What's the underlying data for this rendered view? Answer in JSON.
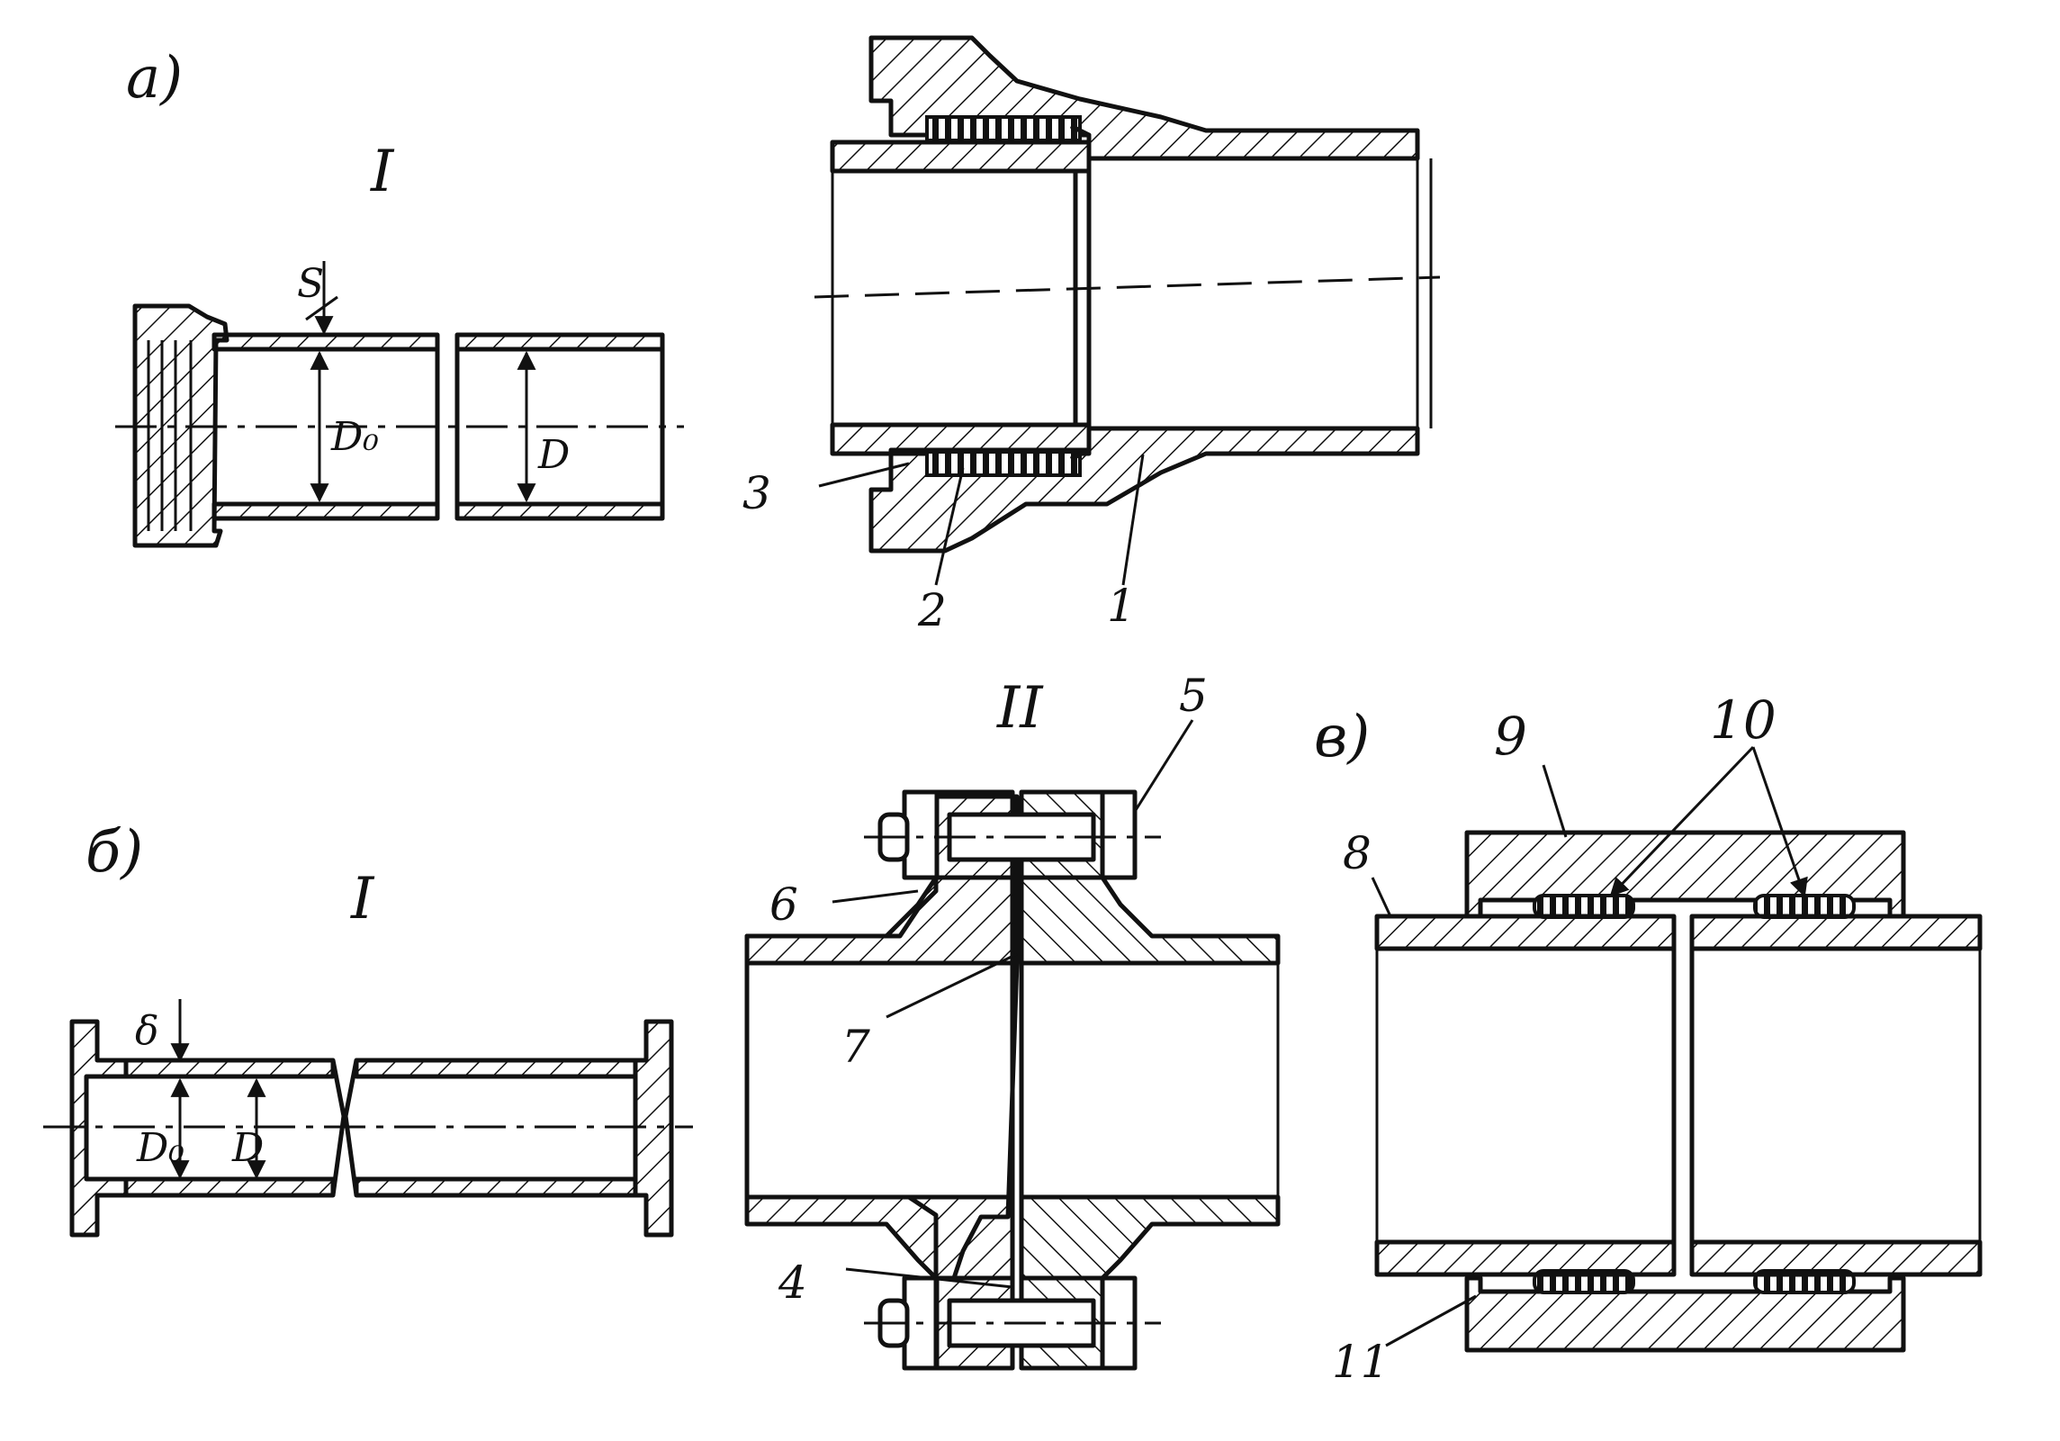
{
  "figure": {
    "panel_a": {
      "letter": "a)",
      "view_left": "I"
    },
    "panel_b": {
      "letter": "б)",
      "view_left": "I",
      "view_right": "II"
    },
    "panel_c": {
      "letter": "в)"
    },
    "dimensions": {
      "s": "S",
      "d_outer_a": "D₀",
      "d_inner_a": "D",
      "delta": "δ",
      "d_outer_b": "D₀",
      "d_inner_b": "D"
    },
    "callouts": [
      "1",
      "2",
      "3",
      "4",
      "5",
      "6",
      "7",
      "8",
      "9",
      "10",
      "11"
    ]
  }
}
